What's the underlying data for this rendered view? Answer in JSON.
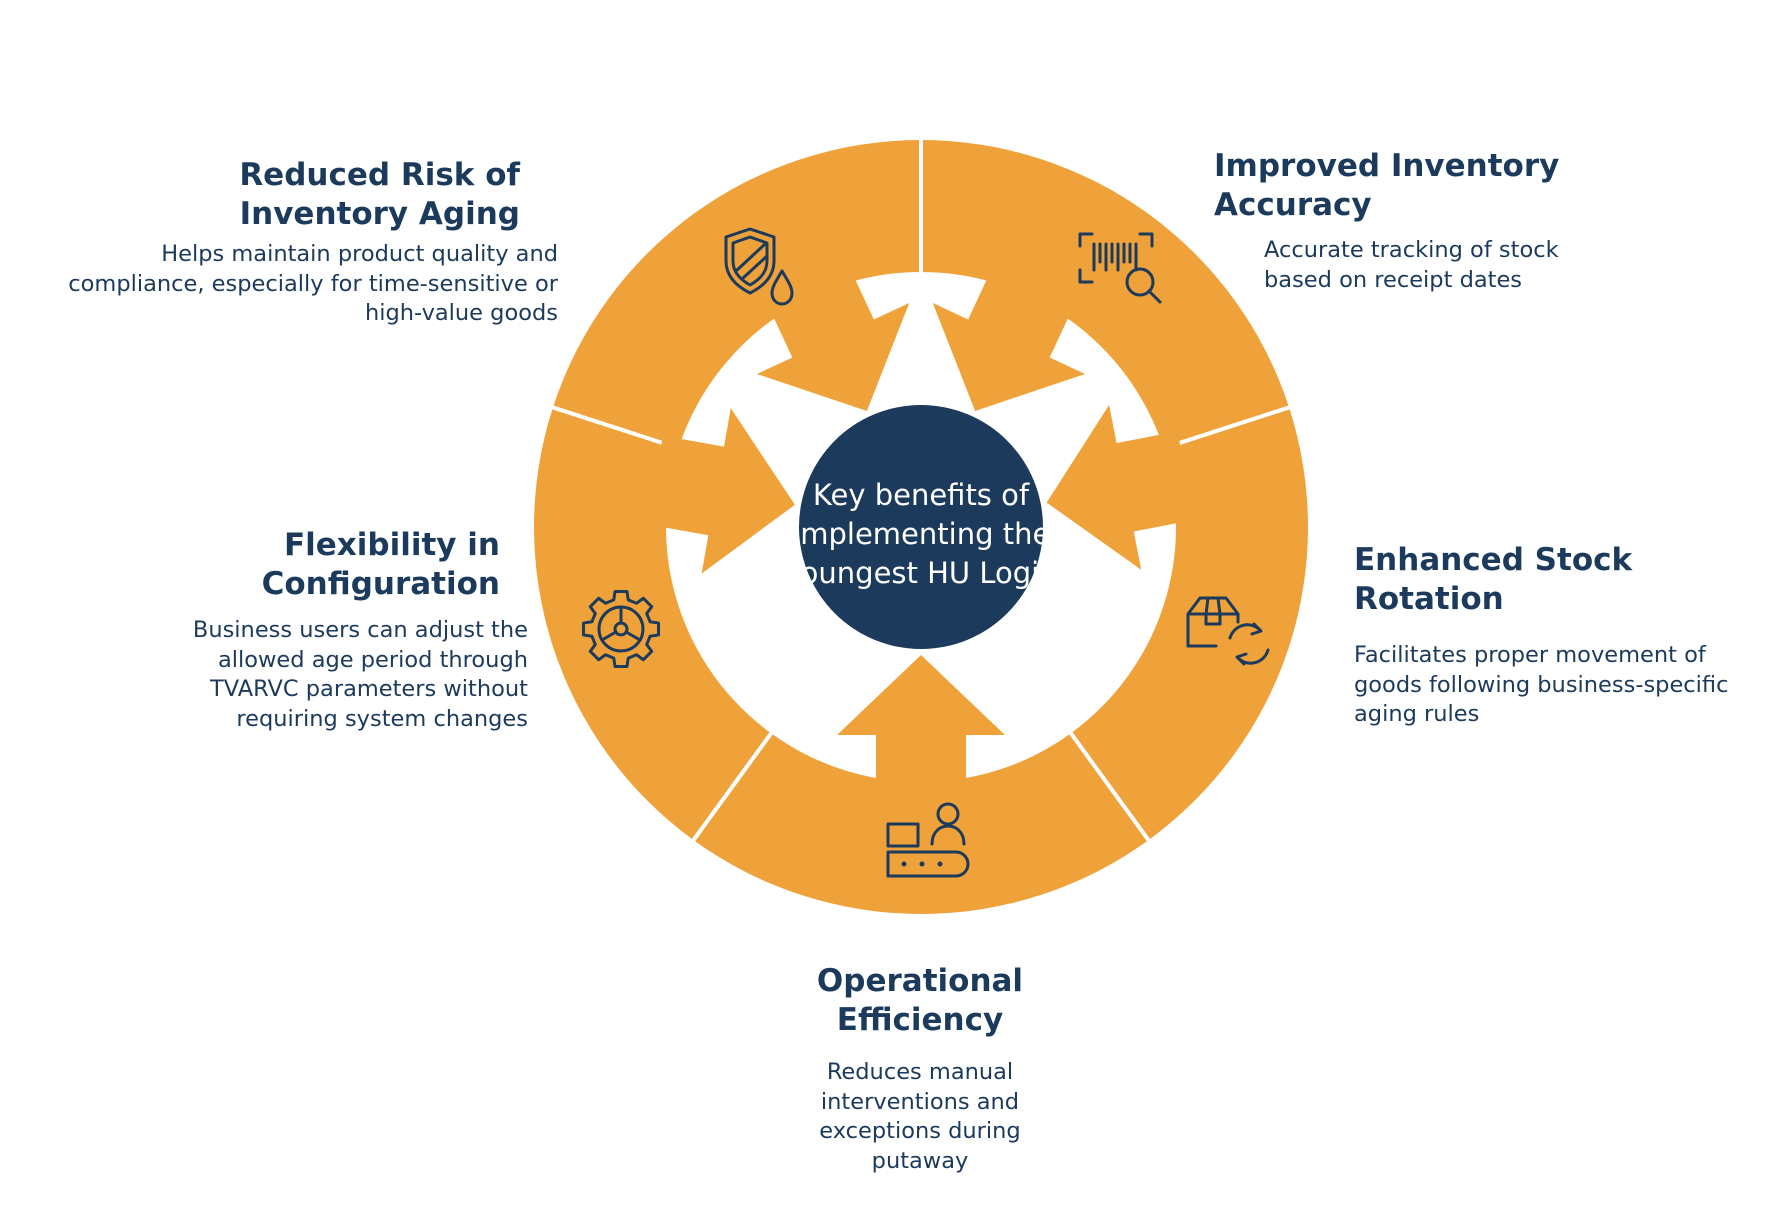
{
  "colors": {
    "ring": "#F0A23A",
    "navy": "#1B3A5C",
    "divider": "#FFFFFF",
    "icon": "#1B3A5C"
  },
  "center": {
    "label": "Key benefits of Implementing the Youngest HU Logic"
  },
  "benefits": [
    {
      "id": "reduced-risk",
      "icon": "shield-drop-icon",
      "title": "Reduced Risk of Inventory Aging",
      "description": "Helps maintain product quality and compliance, especially for time-sensitive or high-value goods"
    },
    {
      "id": "improved-accuracy",
      "icon": "barcode-search-icon",
      "title": "Improved Inventory Accuracy",
      "description": "Accurate tracking of stock based on receipt dates"
    },
    {
      "id": "enhanced-rotation",
      "icon": "box-rotate-icon",
      "title": "Enhanced Stock Rotation",
      "description": "Facilitates proper movement of goods following business-specific aging rules"
    },
    {
      "id": "operational-efficiency",
      "icon": "conveyor-worker-icon",
      "title": "Operational Efficiency",
      "description": "Reduces manual interventions and exceptions during putaway"
    },
    {
      "id": "flexibility",
      "icon": "gear-icon",
      "title": "Flexibility in Configuration",
      "description": "Business users can adjust the allowed age period through TVARVC parameters without requiring system changes"
    }
  ]
}
